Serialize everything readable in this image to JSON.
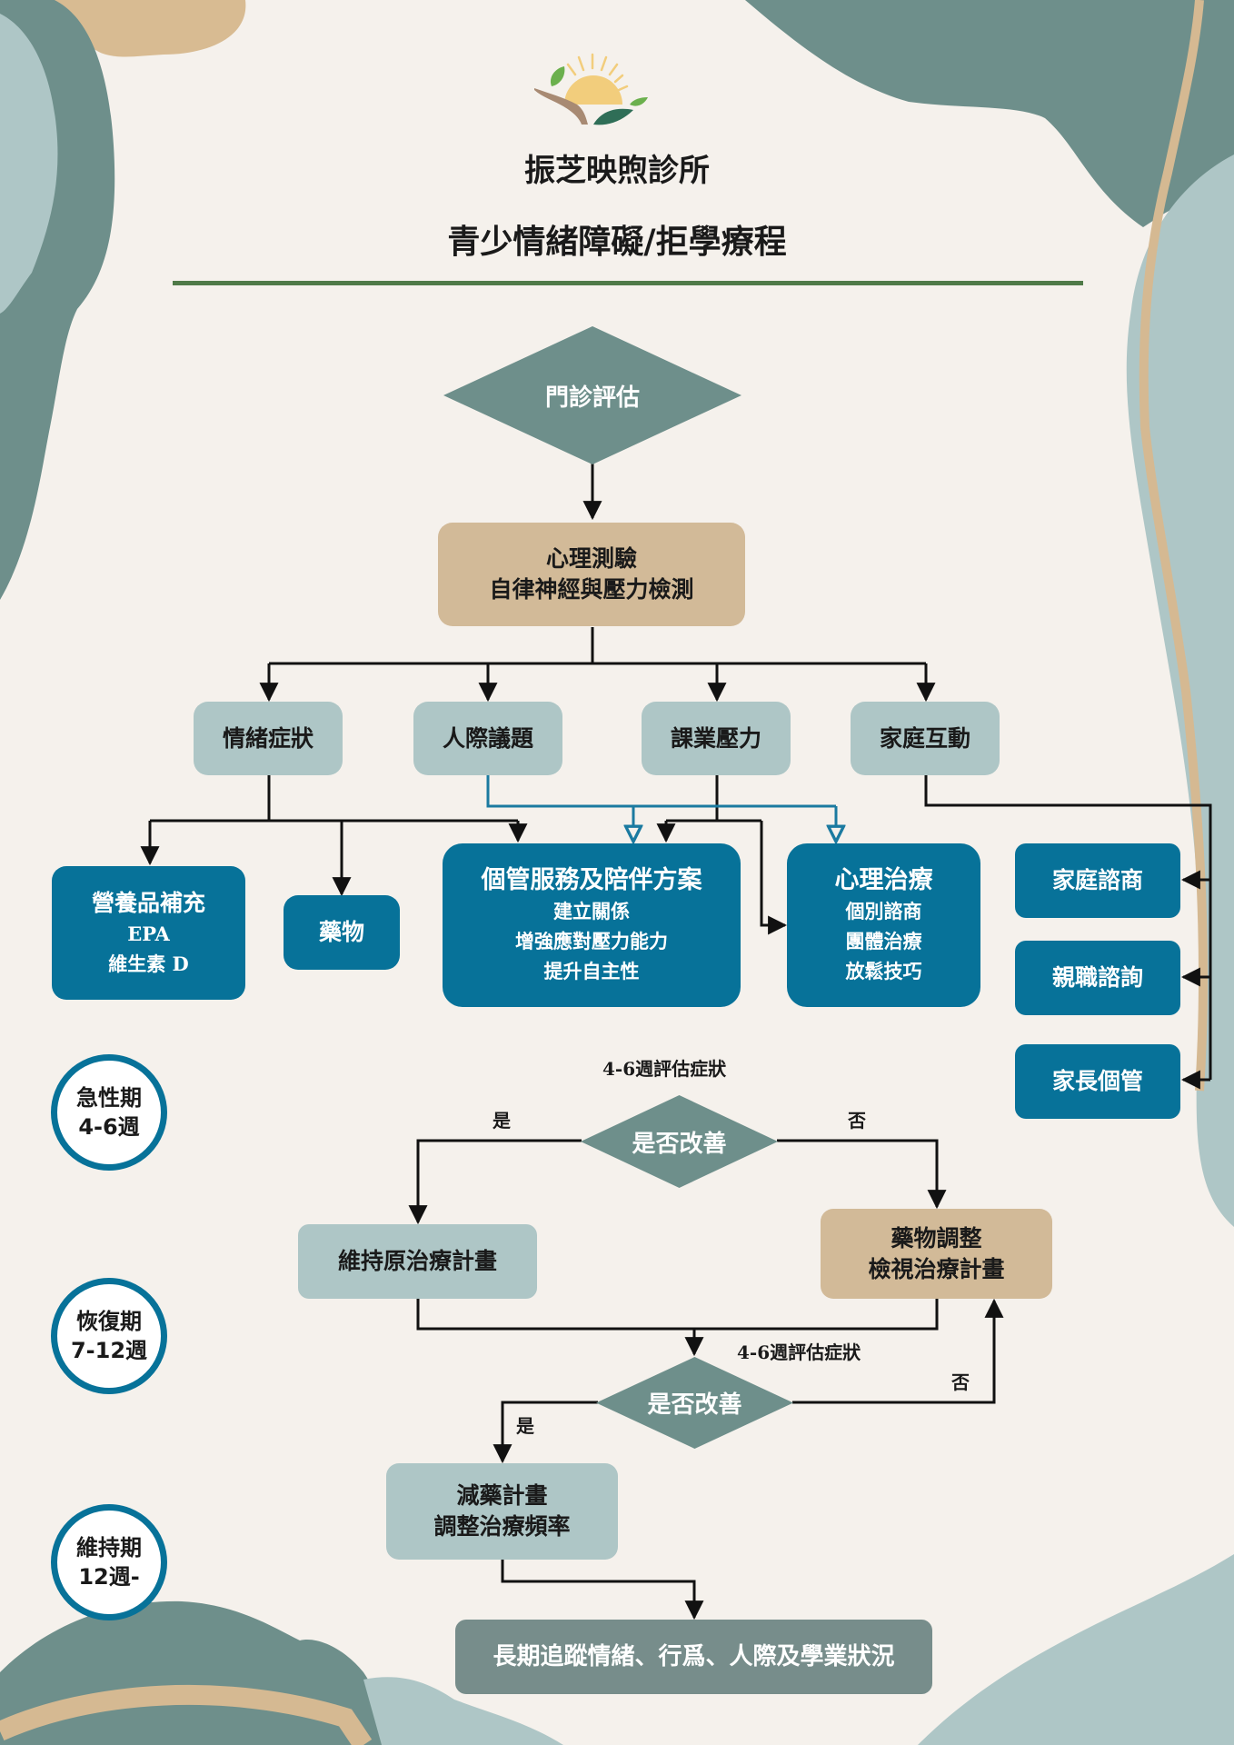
{
  "header": {
    "clinic_name": "振芝映煦診所",
    "title": "青少情緒障礙/拒學療程",
    "logo": "sun-branch-leaf-logo"
  },
  "colors": {
    "background": "#f5f1ec",
    "teal_dark": "#6e8f8b",
    "teal_light": "#aec6c6",
    "tan": "#d2ba98",
    "blue": "#077299",
    "grey_box": "#778d8b",
    "divider_green": "#4f7a48",
    "blue_connector": "#1b7aa0"
  },
  "flow": {
    "start": {
      "label": "門診評估"
    },
    "assessment": {
      "lines": [
        "心理測驗",
        "自律神經與壓力檢測"
      ]
    },
    "categories": [
      {
        "label": "情緒症狀"
      },
      {
        "label": "人際議題"
      },
      {
        "label": "課業壓力"
      },
      {
        "label": "家庭互動"
      }
    ],
    "treatments": {
      "nutrition": {
        "title": "營養品補充",
        "items": [
          "EPA",
          "維生素 D"
        ]
      },
      "medication": {
        "title": "藥物"
      },
      "case_management": {
        "title": "個管服務及陪伴方案",
        "items": [
          "建立關係",
          "增強應對壓力能力",
          "提升自主性"
        ]
      },
      "psychotherapy": {
        "title": "心理治療",
        "items": [
          "個別諮商",
          "團體治療",
          "放鬆技巧"
        ]
      }
    },
    "family_services": [
      {
        "label": "家庭諮商"
      },
      {
        "label": "親職諮詢"
      },
      {
        "label": "家長個管"
      }
    ],
    "eval1": {
      "note": "4-6週評估症狀",
      "question": "是否改善",
      "yes_label": "是",
      "no_label": "否",
      "yes_result": "維持原治療計畫",
      "no_result": [
        "藥物調整",
        "檢視治療計畫"
      ]
    },
    "eval2": {
      "note": "4-6週評估症狀",
      "question": "是否改善",
      "yes_label": "是",
      "no_label": "否",
      "yes_result": [
        "減藥計畫",
        "調整治療頻率"
      ]
    },
    "final": {
      "label": "長期追蹤情緒、行爲、人際及學業狀況"
    }
  },
  "phases": [
    {
      "name": "急性期",
      "weeks": "4-6週"
    },
    {
      "name": "恢復期",
      "weeks": "7-12週"
    },
    {
      "name": "維持期",
      "weeks": "12週-"
    }
  ]
}
